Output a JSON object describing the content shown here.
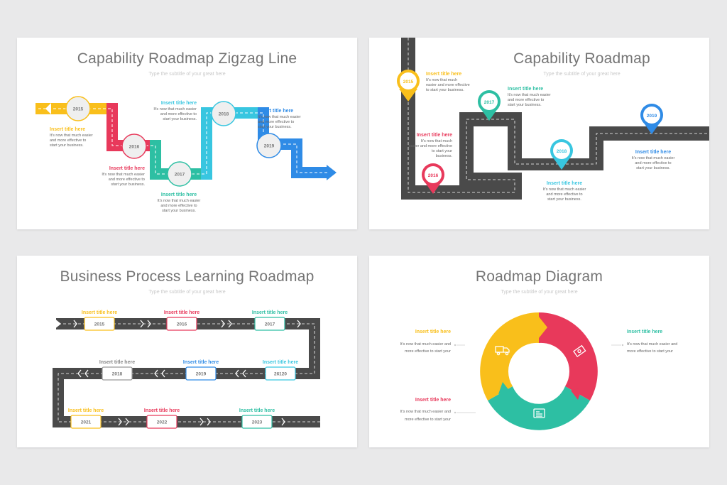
{
  "colors": {
    "yellow": "#F9BF1B",
    "red": "#E8395B",
    "teal": "#2DBFA3",
    "cyan": "#38C6E0",
    "blue": "#2F8BE6",
    "road": "#4a4a4a"
  },
  "slide1": {
    "title": "Capability Roadmap Zigzag Line",
    "subtitle": "Type the subtitle of your great here",
    "milestones": [
      {
        "year": "2015",
        "title": "Insert title here",
        "lines": [
          "It's now that much easier",
          "and more effective to",
          "start your business."
        ]
      },
      {
        "year": "2016",
        "title": "Insert title here",
        "lines": [
          "It's now that much easier",
          "and more effective to",
          "start your business."
        ]
      },
      {
        "year": "2017",
        "title": "Insert title here",
        "lines": [
          "It's now that much easier",
          "and more effective to",
          "start your business."
        ]
      },
      {
        "year": "2018",
        "title": "Insert title here",
        "lines": [
          "It's now that much easier",
          "and more effective to",
          "start your business."
        ]
      },
      {
        "year": "2019",
        "title": "Insert title here",
        "lines": [
          "It's now that much easier",
          "and more effective to",
          "start your business."
        ]
      }
    ]
  },
  "slide2": {
    "title": "Capability Roadmap",
    "subtitle": "Type the subtitle of your great here",
    "milestones": [
      {
        "year": "2015",
        "title": "Insert title here",
        "lines": [
          "It's now that much",
          "easier and more effective",
          "to start your business."
        ]
      },
      {
        "year": "2016",
        "title": "Insert title here",
        "lines": [
          "It's now that much",
          "easier and more effective",
          "to start your",
          "business."
        ]
      },
      {
        "year": "2017",
        "title": "Insert title here",
        "lines": [
          "It's now that much easier",
          "and more effective to",
          "start your business."
        ]
      },
      {
        "year": "2018",
        "title": "Insert title here",
        "lines": [
          "It's now that much easier",
          "and more effective to",
          "start your business."
        ]
      },
      {
        "year": "2019",
        "title": "Insert title here",
        "lines": [
          "It's now that much easier",
          "and more effective to",
          "start your business."
        ]
      }
    ]
  },
  "slide3": {
    "title": "Business Process Learning Roadmap",
    "subtitle": "Type the subtitle of your great here",
    "steps": [
      {
        "year": "2015",
        "title": "Insert title here"
      },
      {
        "year": "2016",
        "title": "Insert title here"
      },
      {
        "year": "2017",
        "title": "Insert title here"
      },
      {
        "year": "2018",
        "title": "Insert title here"
      },
      {
        "year": "2019",
        "title": "Insert title here"
      },
      {
        "year": "26120",
        "title": "Insert title here"
      },
      {
        "year": "2021",
        "title": "Insert title here"
      },
      {
        "year": "2022",
        "title": "Insert title here"
      },
      {
        "year": "2023",
        "title": "Insert title here"
      }
    ]
  },
  "slide4": {
    "title": "Roadmap Diagram",
    "subtitle": "Type the subtitle of your great here",
    "items": [
      {
        "title": "Insert title here",
        "lines": [
          "It's now that much easier and",
          "more effective to start your"
        ]
      },
      {
        "title": "Insert title here",
        "lines": [
          "It's now that much easier and",
          "more effective to start your"
        ]
      },
      {
        "title": "Insert title here",
        "lines": [
          "It's now that much easier and",
          "more effective to start your"
        ]
      }
    ]
  }
}
